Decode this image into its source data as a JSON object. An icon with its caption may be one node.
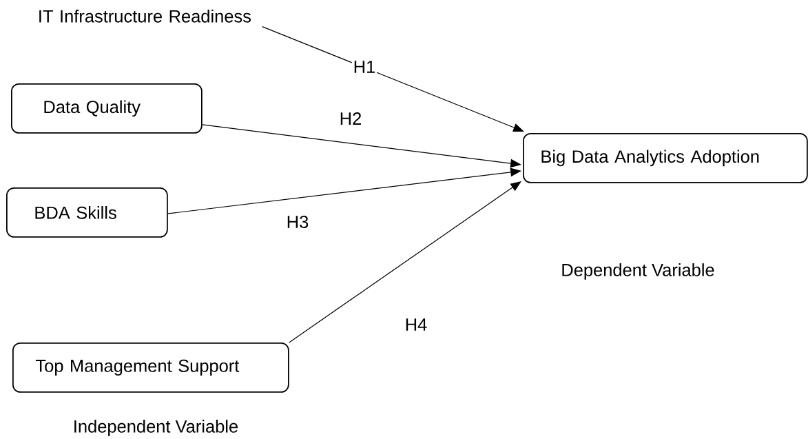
{
  "diagram": {
    "nodes": [
      {
        "text": [
          "IT Infrastructure Readiness"
        ]
      },
      {
        "text": [
          "Data Quality"
        ]
      },
      {
        "text": [
          "BDA Skills"
        ]
      },
      {
        "text": [
          "Top Management Support"
        ]
      },
      {
        "text": [
          "Big Data Analytics Adoption"
        ]
      }
    ],
    "edges": [
      {
        "from": 0,
        "to": 4,
        "arrow": "to",
        "label": "H1"
      },
      {
        "from": 1,
        "to": 4,
        "arrow": "to",
        "label": "H2"
      },
      {
        "from": 2,
        "to": 4,
        "arrow": "to",
        "label": "H3"
      },
      {
        "from": 3,
        "to": 4,
        "arrow": "to",
        "label": "H4"
      }
    ],
    "labels": [
      "Dependent Variable",
      "Independent Variable"
    ]
  }
}
